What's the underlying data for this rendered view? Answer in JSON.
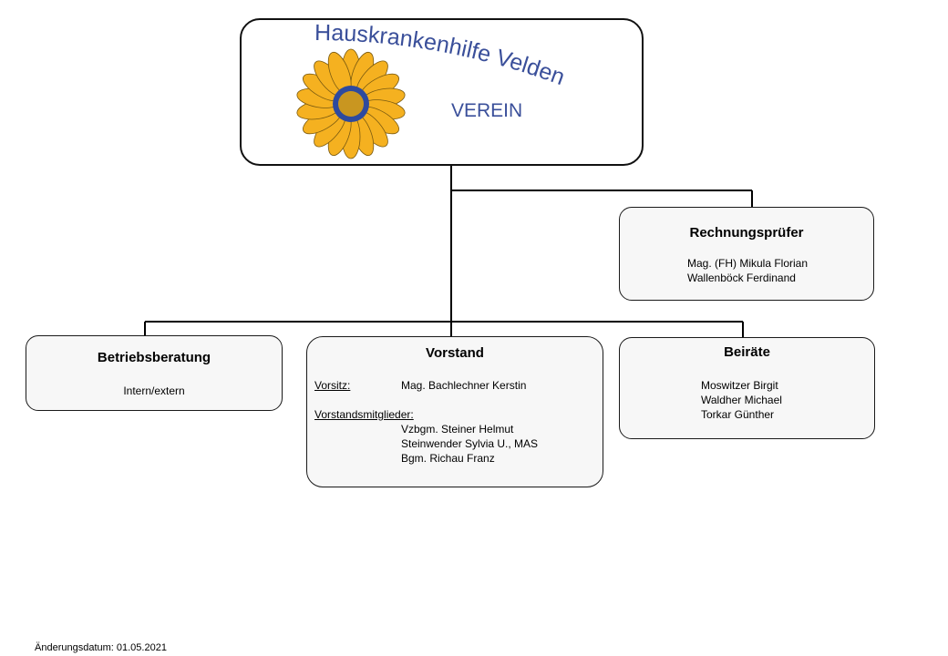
{
  "logo": {
    "name": "Hauskrankenhilfe Velden",
    "subtitle": "VEREIN",
    "name_color": "#3a4f9a",
    "flower_color": "#f5b120",
    "flower_center": "#2e4a9e"
  },
  "boxes": {
    "rechnungspruefer": {
      "title": "Rechnungsprüfer",
      "members": [
        "Mag. (FH) Mikula Florian",
        "Wallenböck Ferdinand"
      ]
    },
    "betriebsberatung": {
      "title": "Betriebsberatung",
      "note": "Intern/extern"
    },
    "vorstand": {
      "title": "Vorstand",
      "vorsitz_label": "Vorsitz:",
      "vorsitz_name": "Mag. Bachlechner Kerstin",
      "mitglieder_label": "Vorstandsmitglieder:",
      "mitglieder": [
        "Vzbgm. Steiner Helmut",
        "Steinwender Sylvia U., MAS",
        "Bgm. Richau Franz"
      ]
    },
    "beiraete": {
      "title": "Beiräte",
      "members": [
        "Moswitzer Birgit",
        "Waldher Michael",
        "Torkar Günther"
      ]
    }
  },
  "footer": "Änderungsdatum: 01.05.2021"
}
